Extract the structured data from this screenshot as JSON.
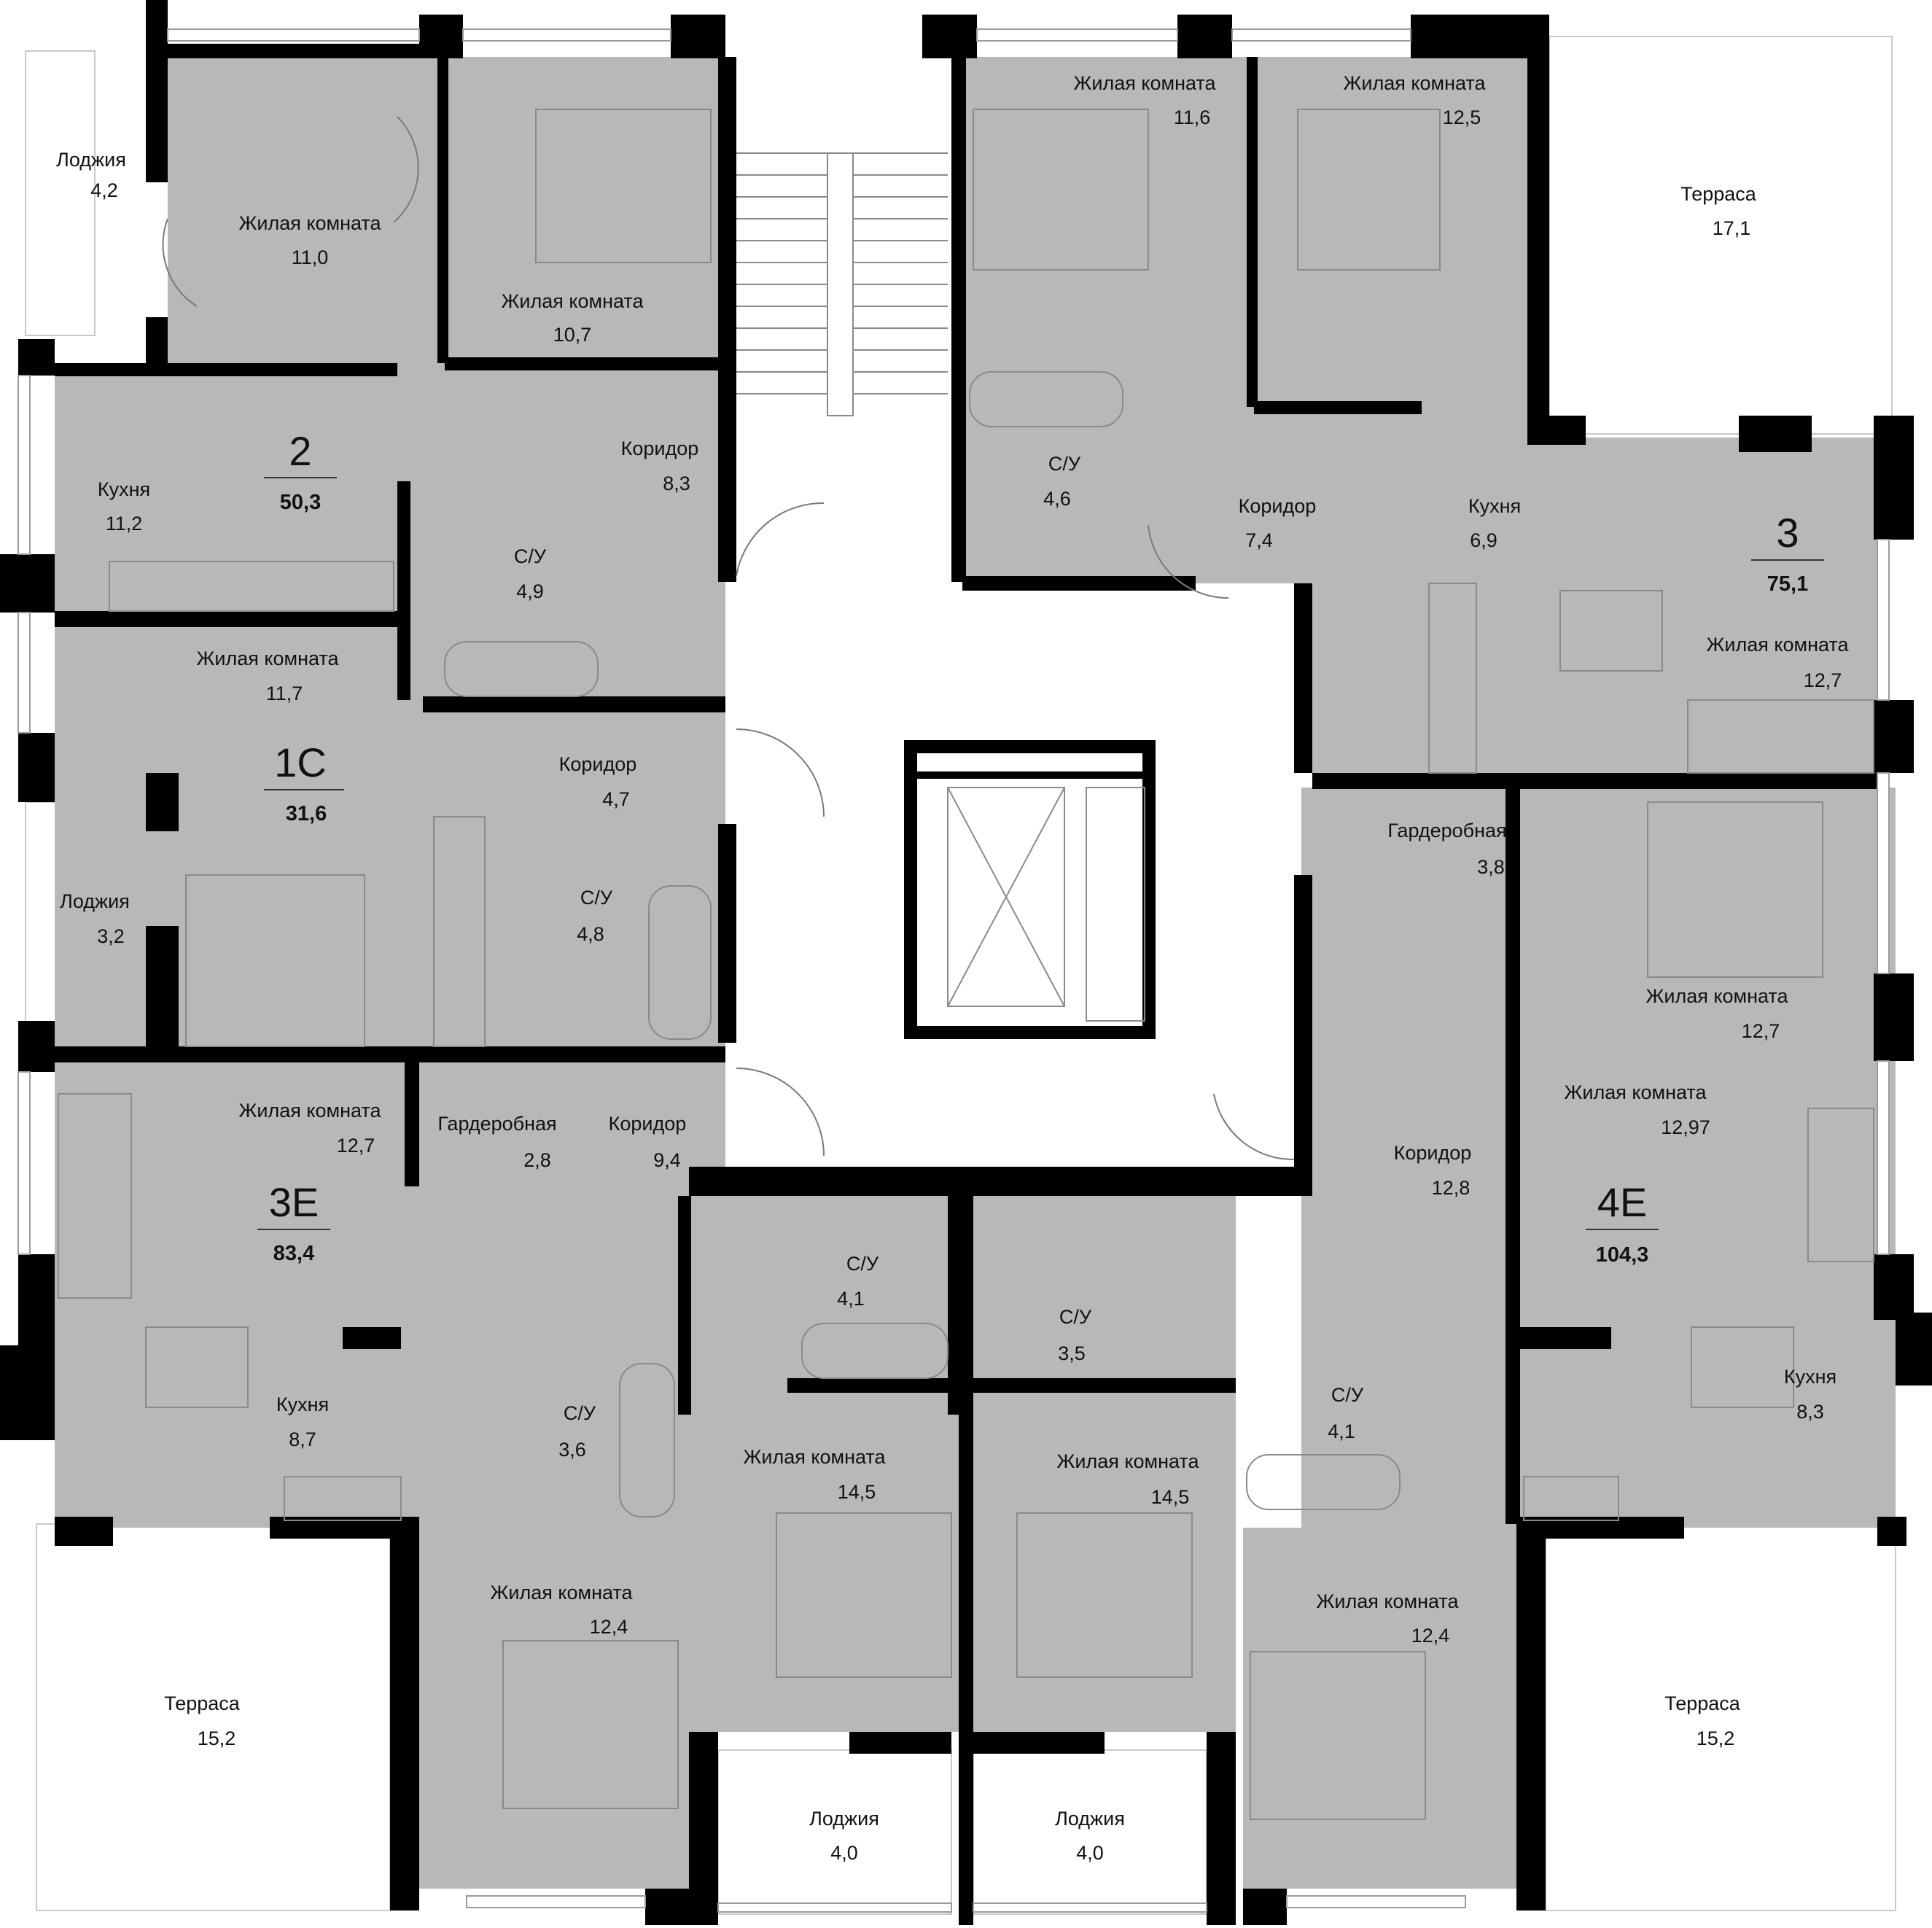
{
  "rooms": [
    {
      "id": "r1",
      "name": "Лоджия",
      "area": "4,2"
    },
    {
      "id": "r2",
      "name": "Жилая комната",
      "area": "11,0"
    },
    {
      "id": "r3",
      "name": "Жилая комната",
      "area": "10,7"
    },
    {
      "id": "r4",
      "name": "Кухня",
      "area": "11,2"
    },
    {
      "id": "r5",
      "name": "Коридор",
      "area": "8,3"
    },
    {
      "id": "r6",
      "name": "С/У",
      "area": "4,9"
    },
    {
      "id": "r7",
      "name": "Жилая комната",
      "area": "11,7"
    },
    {
      "id": "r8",
      "name": "Коридор",
      "area": "4,7"
    },
    {
      "id": "r9",
      "name": "Лоджия",
      "area": "3,2"
    },
    {
      "id": "r10",
      "name": "С/У",
      "area": "4,8"
    },
    {
      "id": "r11",
      "name": "Жилая комната",
      "area": "12,7"
    },
    {
      "id": "r12",
      "name": "Гардеробная",
      "area": "2,8"
    },
    {
      "id": "r13",
      "name": "Коридор",
      "area": "9,4"
    },
    {
      "id": "r14",
      "name": "Кухня",
      "area": "8,7"
    },
    {
      "id": "r15",
      "name": "С/У",
      "area": "3,6"
    },
    {
      "id": "r16",
      "name": "Жилая комната",
      "area": "12,4"
    },
    {
      "id": "r17",
      "name": "Терраса",
      "area": "15,2"
    },
    {
      "id": "r18",
      "name": "С/У",
      "area": "4,1"
    },
    {
      "id": "r19",
      "name": "Жилая комната",
      "area": "14,5"
    },
    {
      "id": "r20",
      "name": "Лоджия",
      "area": "4,0"
    },
    {
      "id": "r21",
      "name": "С/У",
      "area": "3,5"
    },
    {
      "id": "r22",
      "name": "Жилая комната",
      "area": "14,5"
    },
    {
      "id": "r23",
      "name": "Лоджия",
      "area": "4,0"
    },
    {
      "id": "r24",
      "name": "Жилая комната",
      "area": "11,6"
    },
    {
      "id": "r25",
      "name": "Жилая комната",
      "area": "12,5"
    },
    {
      "id": "r26",
      "name": "Терраса",
      "area": "17,1"
    },
    {
      "id": "r27",
      "name": "С/У",
      "area": "4,6"
    },
    {
      "id": "r28",
      "name": "Коридор",
      "area": "7,4"
    },
    {
      "id": "r29",
      "name": "Кухня",
      "area": "6,9"
    },
    {
      "id": "r30",
      "name": "Жилая комната",
      "area": "12,7"
    },
    {
      "id": "r31",
      "name": "Гардеробная",
      "area": "3,8"
    },
    {
      "id": "r32",
      "name": "Жилая комната",
      "area": "12,7"
    },
    {
      "id": "r33",
      "name": "Жилая комната",
      "area": "12,97"
    },
    {
      "id": "r34",
      "name": "Коридор",
      "area": "12,8"
    },
    {
      "id": "r35",
      "name": "С/У",
      "area": "4,1"
    },
    {
      "id": "r36",
      "name": "Кухня",
      "area": "8,3"
    },
    {
      "id": "r37",
      "name": "Жилая комната",
      "area": "12,4"
    },
    {
      "id": "r38",
      "name": "Терраса",
      "area": "15,2"
    }
  ],
  "apartments": [
    {
      "id": "a1",
      "code": "2",
      "total": "50,3"
    },
    {
      "id": "a2",
      "code": "1С",
      "total": "31,6"
    },
    {
      "id": "a3",
      "code": "3Е",
      "total": "83,4"
    },
    {
      "id": "a4",
      "code": "3",
      "total": "75,1"
    },
    {
      "id": "a5",
      "code": "4Е",
      "total": "104,3"
    }
  ]
}
